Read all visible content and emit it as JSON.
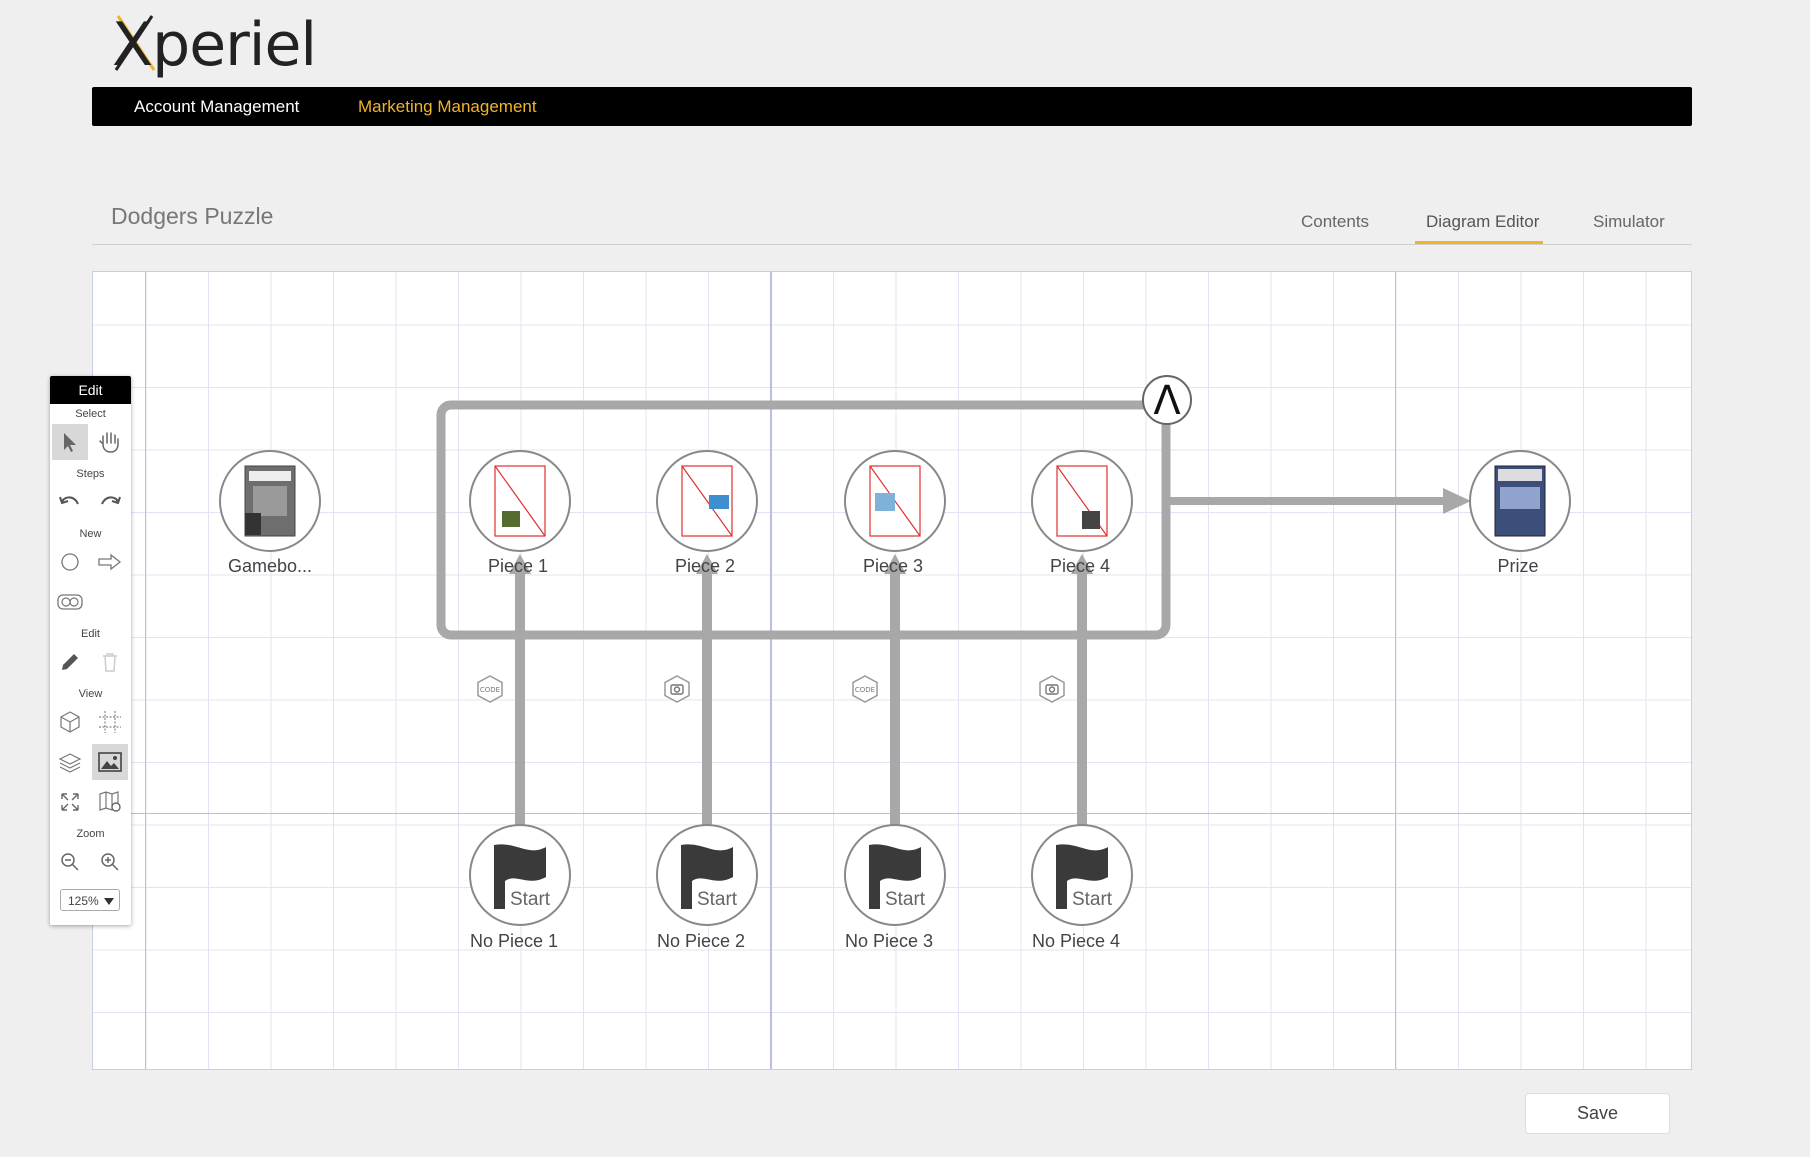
{
  "app": {
    "logo_text": "Xperiel"
  },
  "topnav": {
    "items": [
      {
        "label": "Account Management",
        "active": false
      },
      {
        "label": "Marketing Management",
        "active": true
      }
    ]
  },
  "page": {
    "title": "Dodgers Puzzle",
    "tabs": [
      {
        "label": "Contents",
        "active": false
      },
      {
        "label": "Diagram Editor",
        "active": true
      },
      {
        "label": "Simulator",
        "active": false
      }
    ]
  },
  "toolbar": {
    "title": "Edit",
    "sections": {
      "select": "Select",
      "steps": "Steps",
      "new": "New",
      "edit": "Edit",
      "view": "View",
      "zoom": "Zoom"
    },
    "zoom_value": "125%"
  },
  "diagram": {
    "and_gate_symbol": "Λ",
    "nodes": {
      "gamebook": "Gamebo...",
      "piece1": "Piece 1",
      "piece2": "Piece 2",
      "piece3": "Piece 3",
      "piece4": "Piece 4",
      "prize": "Prize",
      "nopiece1": "No Piece 1",
      "nopiece2": "No Piece 2",
      "nopiece3": "No Piece 3",
      "nopiece4": "No Piece 4"
    },
    "start_label": "Start",
    "code_badge": "CODE"
  },
  "actions": {
    "save_label": "Save"
  },
  "colors": {
    "accent": "#f0b429",
    "nav_bg": "#000000",
    "connector": "#a8a8a8"
  }
}
